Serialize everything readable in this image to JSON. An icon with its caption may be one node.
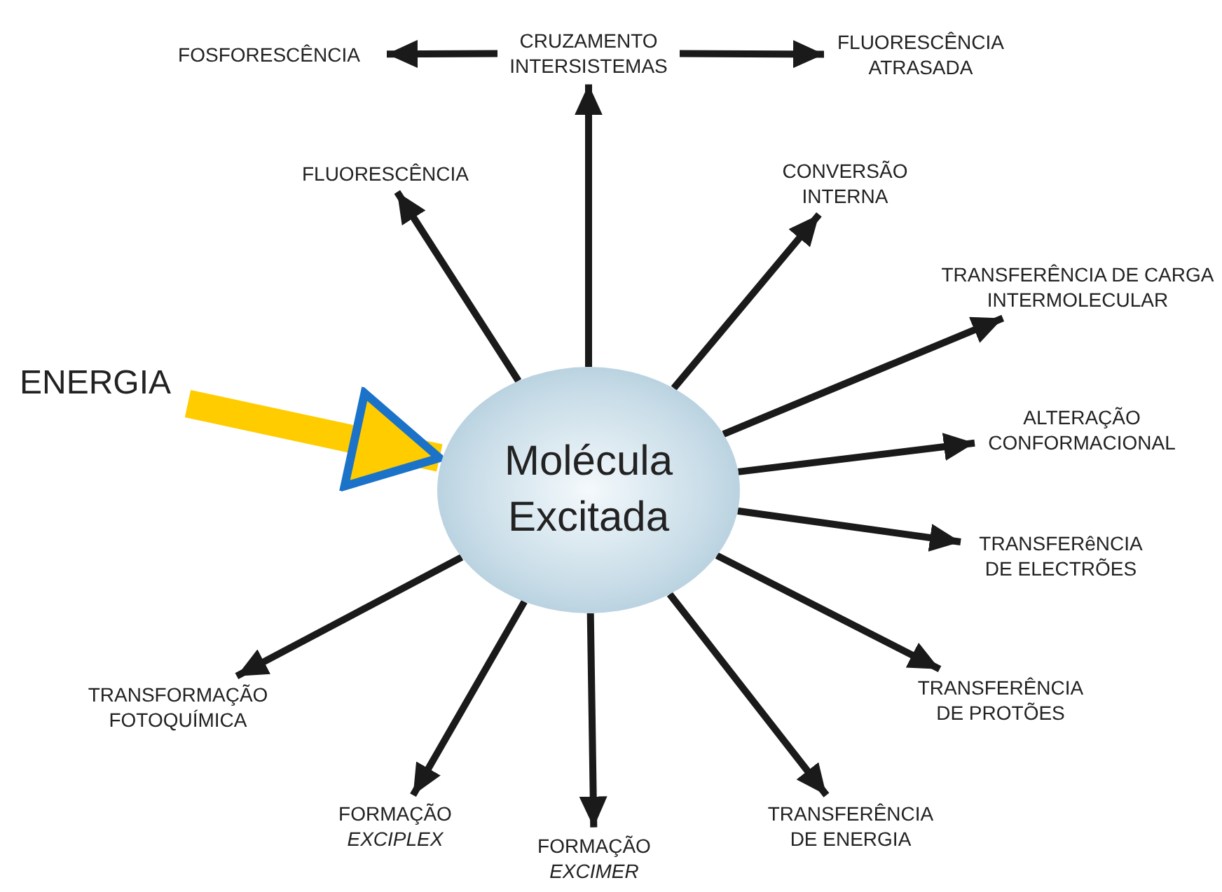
{
  "diagram": {
    "nodes": [
      {
        "text": [
          "Molécula Excitada"
        ]
      },
      {
        "text": [
          "ENERGIA"
        ]
      },
      {
        "text": [
          "CRUZAMENTO INTERSISTEMAS"
        ]
      },
      {
        "text": [
          "FOSFORESCÊNCIA"
        ]
      },
      {
        "text": [
          "FLUORESCÊNCIA ATRASADA"
        ]
      },
      {
        "text": [
          "FLUORESCÊNCIA"
        ]
      },
      {
        "text": [
          "CONVERSÃO INTERNA"
        ]
      },
      {
        "text": [
          "TRANSFERÊNCIA DE CARGA INTERMOLECULAR"
        ]
      },
      {
        "text": [
          "ALTERAÇÃO CONFORMACIONAL"
        ]
      },
      {
        "text": [
          "TRANSFERêNCIA DE ELECTRÕES"
        ]
      },
      {
        "text": [
          "TRANSFORMAÇÃO FOTOQUÍMICA"
        ]
      },
      {
        "text": [
          "TRANSFERÊNCIA DE PROTÕES"
        ]
      },
      {
        "text": [
          "FORMAÇÃO *EXCIPLEX*"
        ]
      },
      {
        "text": [
          "FORMAÇÃO *EXCIMER*"
        ]
      },
      {
        "text": [
          "TRANSFERÊNCIA DE ENERGIA"
        ]
      }
    ],
    "edges": [
      {
        "from": 1,
        "to": 0,
        "arrow": "to",
        "style": "thick",
        "color": "#ffcc00"
      },
      {
        "from": 0,
        "to": 2,
        "arrow": "to"
      },
      {
        "from": 2,
        "to": 3,
        "arrow": "to"
      },
      {
        "from": 2,
        "to": 4,
        "arrow": "to"
      },
      {
        "from": 0,
        "to": 5,
        "arrow": "to"
      },
      {
        "from": 0,
        "to": 6,
        "arrow": "to"
      },
      {
        "from": 0,
        "to": 7,
        "arrow": "to"
      },
      {
        "from": 0,
        "to": 8,
        "arrow": "to"
      },
      {
        "from": 0,
        "to": 9,
        "arrow": "to"
      },
      {
        "from": 0,
        "to": 10,
        "arrow": "to"
      },
      {
        "from": 0,
        "to": 11,
        "arrow": "to"
      },
      {
        "from": 0,
        "to": 12,
        "arrow": "to"
      },
      {
        "from": 0,
        "to": 13,
        "arrow": "to"
      },
      {
        "from": 0,
        "to": 14,
        "arrow": "to"
      }
    ]
  }
}
